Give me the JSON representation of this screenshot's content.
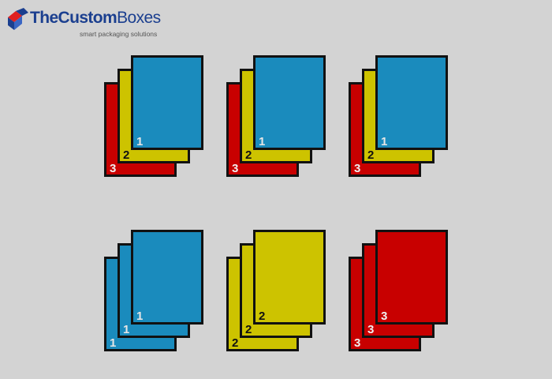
{
  "logo": {
    "title_prefix": "The",
    "title_main": "Custom",
    "title_suffix": "Boxes",
    "tagline": "smart packaging solutions"
  },
  "colors": {
    "background": "#d3d3d3",
    "blue": "#1a8bbd",
    "yellow": "#cdc300",
    "red": "#c80000",
    "border": "#111111",
    "label_on_blue": "#e6e6e6",
    "label_on_yellow": "#111111",
    "label_on_red": "#f0f0f0"
  },
  "groups": [
    {
      "name": "top-mixed-1",
      "sheets": [
        {
          "label": "3",
          "color": "red"
        },
        {
          "label": "2",
          "color": "yellow"
        },
        {
          "label": "1",
          "color": "blue"
        }
      ]
    },
    {
      "name": "top-mixed-2",
      "sheets": [
        {
          "label": "3",
          "color": "red"
        },
        {
          "label": "2",
          "color": "yellow"
        },
        {
          "label": "1",
          "color": "blue"
        }
      ]
    },
    {
      "name": "top-mixed-3",
      "sheets": [
        {
          "label": "3",
          "color": "red"
        },
        {
          "label": "2",
          "color": "yellow"
        },
        {
          "label": "1",
          "color": "blue"
        }
      ]
    },
    {
      "name": "bottom-blue",
      "sheets": [
        {
          "label": "1",
          "color": "blue"
        },
        {
          "label": "1",
          "color": "blue"
        },
        {
          "label": "1",
          "color": "blue"
        }
      ]
    },
    {
      "name": "bottom-yellow",
      "sheets": [
        {
          "label": "2",
          "color": "yellow"
        },
        {
          "label": "2",
          "color": "yellow"
        },
        {
          "label": "2",
          "color": "yellow"
        }
      ]
    },
    {
      "name": "bottom-red",
      "sheets": [
        {
          "label": "3",
          "color": "red"
        },
        {
          "label": "3",
          "color": "red"
        },
        {
          "label": "3",
          "color": "red"
        }
      ]
    }
  ]
}
